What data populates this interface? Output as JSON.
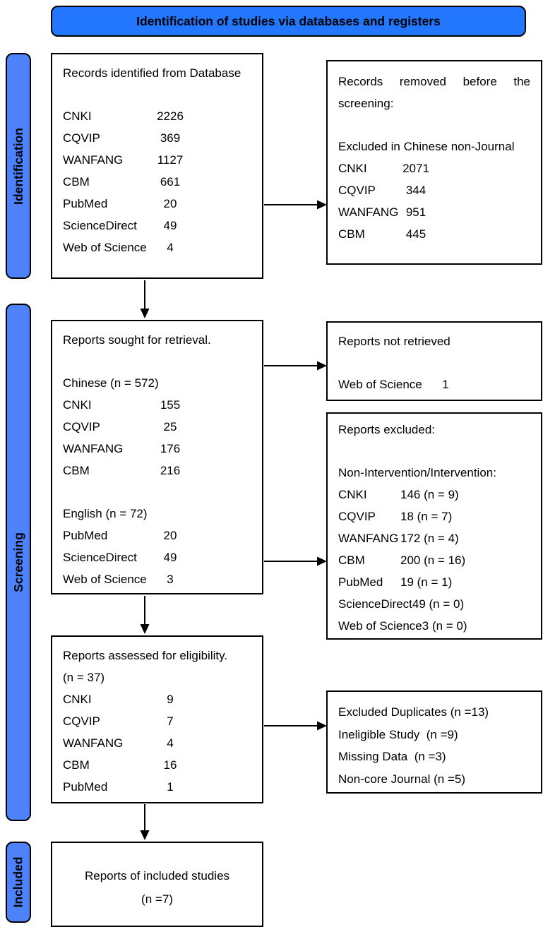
{
  "banner": {
    "title": "Identification of studies via databases and registers"
  },
  "colors": {
    "banner_blue": "#2277fe",
    "sidebar_blue": "#4d82fb",
    "border": "#000000",
    "box_bg": "#ffffff"
  },
  "stages": [
    {
      "label": "Identification"
    },
    {
      "label": "Screening"
    },
    {
      "label": "Included"
    }
  ],
  "boxes": {
    "identified": {
      "title": "Records identified from Database",
      "rows": [
        {
          "label": "CNKI",
          "value": "2226"
        },
        {
          "label": "CQVIP",
          "value": "369"
        },
        {
          "label": "WANFANG",
          "value": "1127"
        },
        {
          "label": "CBM",
          "value": "661"
        },
        {
          "label": "PubMed",
          "value": "20"
        },
        {
          "label": "ScienceDirect",
          "value": "49"
        },
        {
          "label": "Web of Science",
          "value": "4"
        }
      ]
    },
    "removed": {
      "title": "Records removed before the screening:",
      "subtitle": "Excluded in Chinese non-Journal",
      "rows": [
        {
          "label": "CNKI",
          "value": "2071"
        },
        {
          "label": "CQVIP",
          "value": "344"
        },
        {
          "label": "WANFANG",
          "value": "951"
        },
        {
          "label": "CBM",
          "value": "445"
        }
      ]
    },
    "sought": {
      "title": "Reports sought for retrieval.",
      "group1_label": "Chinese (n = 572)",
      "group1_rows": [
        {
          "label": "CNKI",
          "value": "155"
        },
        {
          "label": "CQVIP",
          "value": "25"
        },
        {
          "label": "WANFANG",
          "value": "176"
        },
        {
          "label": "CBM",
          "value": "216"
        }
      ],
      "group2_label": "English (n = 72)",
      "group2_rows": [
        {
          "label": "PubMed",
          "value": "20"
        },
        {
          "label": "ScienceDirect",
          "value": "49"
        },
        {
          "label": "Web of Science",
          "value": "3"
        }
      ]
    },
    "not_retrieved": {
      "title": "Reports not retrieved",
      "rows": [
        {
          "label": "Web of Science",
          "value": "1"
        }
      ]
    },
    "excluded": {
      "title": "Reports excluded:",
      "subtitle": "Non-Intervention/Intervention:",
      "rows": [
        {
          "label": "CNKI",
          "value": "146 (n = 9)"
        },
        {
          "label": "CQVIP",
          "value": "18 (n = 7)"
        },
        {
          "label": "WANFANG",
          "value": "172 (n = 4)"
        },
        {
          "label": "CBM",
          "value": "200 (n = 16)"
        },
        {
          "label": "PubMed",
          "value": "19 (n = 1)"
        },
        {
          "label": "ScienceDirect",
          "value": "49 (n = 0)"
        },
        {
          "label": "Web of Science",
          "value": "3 (n = 0)"
        }
      ]
    },
    "assessed": {
      "title": "Reports assessed for eligibility.",
      "subtitle": "(n = 37)",
      "rows": [
        {
          "label": "CNKI",
          "value": "9"
        },
        {
          "label": "CQVIP",
          "value": "7"
        },
        {
          "label": "WANFANG",
          "value": "4"
        },
        {
          "label": "CBM",
          "value": "16"
        },
        {
          "label": "PubMed",
          "value": "1"
        }
      ]
    },
    "duplicates": {
      "lines": [
        "Excluded Duplicates (n =13)",
        "Ineligible Study  (n =9)",
        "Missing Data  (n =3)",
        "Non-core Journal (n =5)"
      ]
    },
    "included": {
      "line1": "Reports of included studies",
      "line2": "(n =7)"
    }
  }
}
